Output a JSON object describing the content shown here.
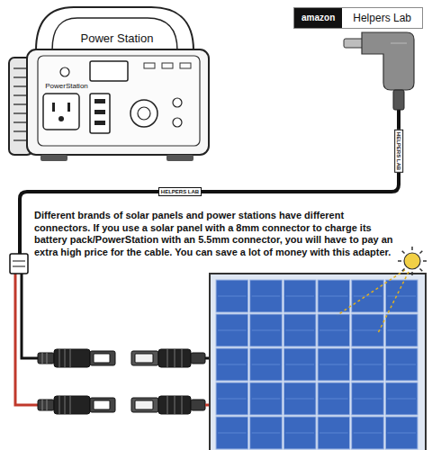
{
  "diagram": {
    "nodes": [
      {
        "text": [
          "amazon",
          "Helpers Lab"
        ]
      }
    ],
    "labels": [
      "Power Station",
      "PowerStation",
      "HELPERS LAB",
      "HELPERS LAB",
      "Different brands of solar panels and power stations have different connectors. If you use a solar panel with a 8mm connector to charge its battery pack/PowerStation with an 5.5mm connector, you will have to pay an extra high price for the cable. You can save a lot of money with this adapter."
    ]
  }
}
